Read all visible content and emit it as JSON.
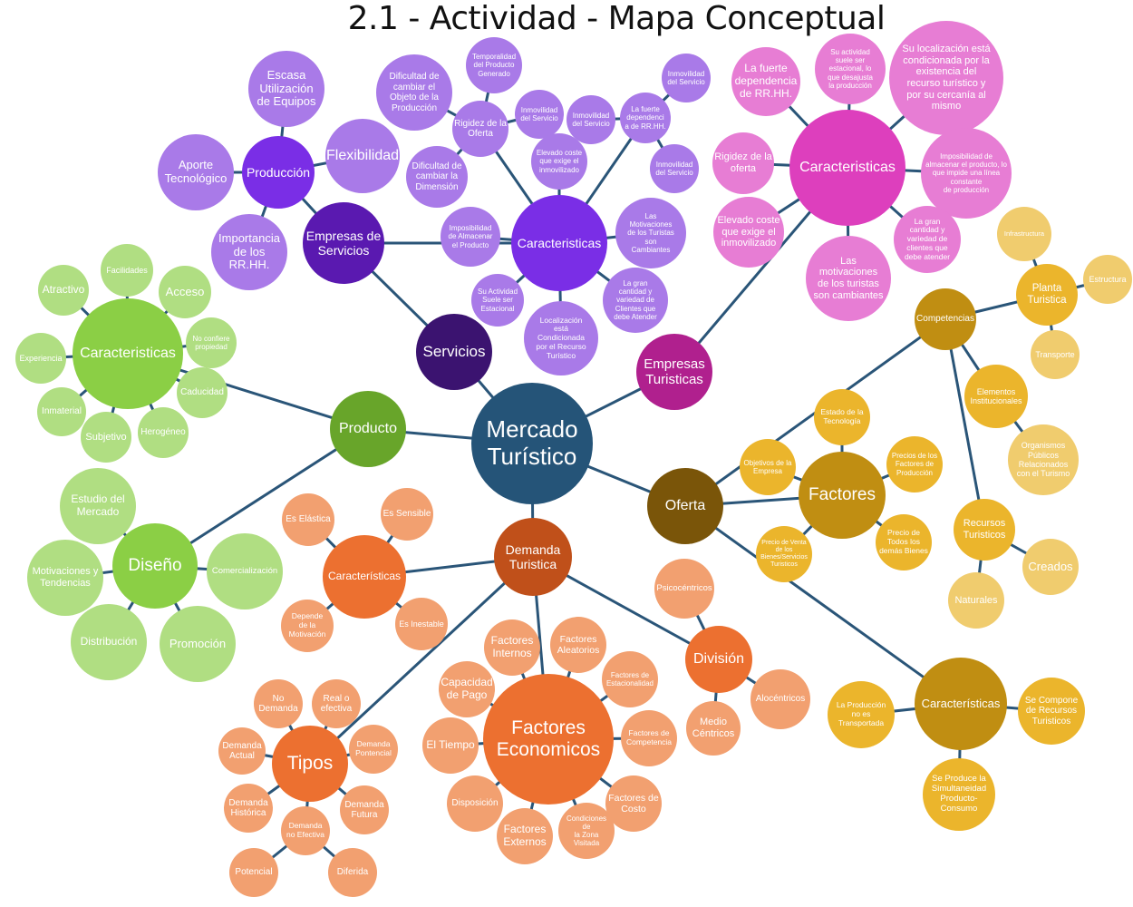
{
  "title": "2.1 - Actividad - Mapa Conceptual",
  "colors": {
    "edge": "#2a5578"
  },
  "nodes": {
    "mercado": "Mercado\nTurístico",
    "servicios": "Servicios",
    "empServ": "Empresas de\nServicios",
    "produccion": "Producción",
    "escasa": "Escasa\nUtilización\nde Equipos",
    "flexibilidad": "Flexibilidad",
    "aporte": "Aporte\nTecnológico",
    "importancia": "Importancia\nde los\nRR.HH.",
    "pCaract": "Caracteristicas",
    "pRigidez": "Rigidez de la\nOferta",
    "pTemporalidad": "Temporalidad\ndel Producto\nGenerado",
    "pDifObjeto": "Dificultad de\ncambiar el\nObjeto de la\nProducción",
    "pDifDim": "Dificultad de\ncambiar la\nDimensión",
    "pInmov1": "Inmovilidad\ndel Servicio",
    "pInmov2": "Inmovilidad\ndel Servicio",
    "pFuerte": "La fuerte\ndependenci\na de RR.HH.",
    "pInmov3": "Inmovilidad\ndel Servicio",
    "pInmov4": "Inmovilidad\ndel Servicio",
    "pElevado": "Elevado coste\nque exige el\ninmovilizado",
    "pImposib": "Imposibilidad\nde Almacenar\nel Producto",
    "pMotiv": "Las\nMotivaciones\nde los Turistas\nson\nCambiantes",
    "pGran": "La gran\ncantidad y\nvariedad de\nClientes que\ndebe Atender",
    "pLocal": "Localización\nestá\nCondicionada\npor el Recurso\nTurístico",
    "pSuAct": "Su Actividad\nSuele ser\nEstacional",
    "empTur": "Empresas\nTuristicas",
    "kCaract": "Caracteristicas",
    "kFuerte": "La fuerte\ndependencia\nde RR.HH.",
    "kSuAct": "Su actividad\nsuele ser\nestacional, lo\nque desajusta\nla producción",
    "kLocal": "Su localización está\ncondicionada por la\nexistencia del\nrecurso turístico y\npor su cercanía al\nmismo",
    "kRigidez": "Rigidez de la\noferta",
    "kElevado": "Elevado coste\nque exige el\ninmovilizado",
    "kImposib": "Imposibilidad de\nalmacenar el producto, lo\nque impide una línea\nconstante\nde producción",
    "kGran": "La gran\ncantidad y\nvariedad de\nclientes que\ndebe atender",
    "kMotiv": "Las\nmotivaciones\nde los turistas\nson cambiantes",
    "producto": "Producto",
    "gCaract": "Caracteristicas",
    "gFacil": "Facilidades",
    "gAtract": "Atractivo",
    "gAcceso": "Acceso",
    "gNoConf": "No confiere\npropiedad",
    "gExper": "Experiencia",
    "gCaduc": "Caducidad",
    "gInmat": "Inmaterial",
    "gSubj": "Subjetivo",
    "gHerog": "Herogéneo",
    "diseno": "Diseño",
    "dEstudio": "Estudio del\nMercado",
    "dMotiv": "Motivaciones y\nTendencias",
    "dComerc": "Comercialización",
    "dDistrib": "Distribución",
    "dPromo": "Promoción",
    "demanda": "Demanda\nTuristica",
    "oCaract": "Características",
    "oElast": "Es Elástica",
    "oSens": "Es Sensible",
    "oDepende": "Depende\nde la\nMotivación",
    "oInest": "Es Inestable",
    "tipos": "Tipos",
    "tNo": "No\nDemanda",
    "tReal": "Real o\nefectiva",
    "tActual": "Demanda\nActual",
    "tPotenc": "Demanda\nPontencial",
    "tHist": "Demanda\nHistórica",
    "tFutura": "Demanda\nFutura",
    "tNoEf": "Demanda\nno Efectiva",
    "tPot": "Potencial",
    "tDif": "Diferida",
    "fEcon": "Factores\nEconomicos",
    "fInt": "Factores\nInternos",
    "fAlea": "Factores\nAleatorios",
    "fEstac": "Factores de\nEstacionalidad",
    "fCap": "Capacidad\nde Pago",
    "fTiempo": "El Tiempo",
    "fComp": "Factores de\nCompetencia",
    "fDisp": "Disposición",
    "fCosto": "Factores de\nCosto",
    "fExt": "Factores\nExternos",
    "fCond": "Condiciones\nde\nla Zona\nVisitada",
    "division": "División",
    "vPsico": "Psicocéntricos",
    "vAlo": "Alocéntricos",
    "vMedio": "Medio\nCéntricos",
    "oferta": "Oferta",
    "factores": "Factores",
    "yEstado": "Estado de la\nTecnología",
    "yObj": "Objetivos de la\nEmpresa",
    "yPrecFact": "Precios de los\nFactores de\nProducción",
    "yPrecTodos": "Precio de\nTodos los\ndemás Bienes",
    "yPrecVenta": "Precio de Venta\nde los\nBienes/Servicios\nTuristicos",
    "compet": "Competencias",
    "planta": "Planta\nTuristica",
    "infra": "Infrastructura",
    "estruct": "Estructura",
    "transp": "Transporte",
    "elemInst": "Elementos\nInstitucionales",
    "organismos": "Organismos\nPúblicos\nRelacionados\ncon el Turismo",
    "recursos": "Recursos\nTuristicos",
    "creados": "Creados",
    "naturales": "Naturales",
    "yCaract": "Características",
    "yNoTransp": "La Producción\nno es\nTransportada",
    "yCompone": "Se Compone\nde Recursos\nTuristicos",
    "ySimult": "Se Produce la\nSimultaneidad\nProducto-\nConsumo"
  }
}
